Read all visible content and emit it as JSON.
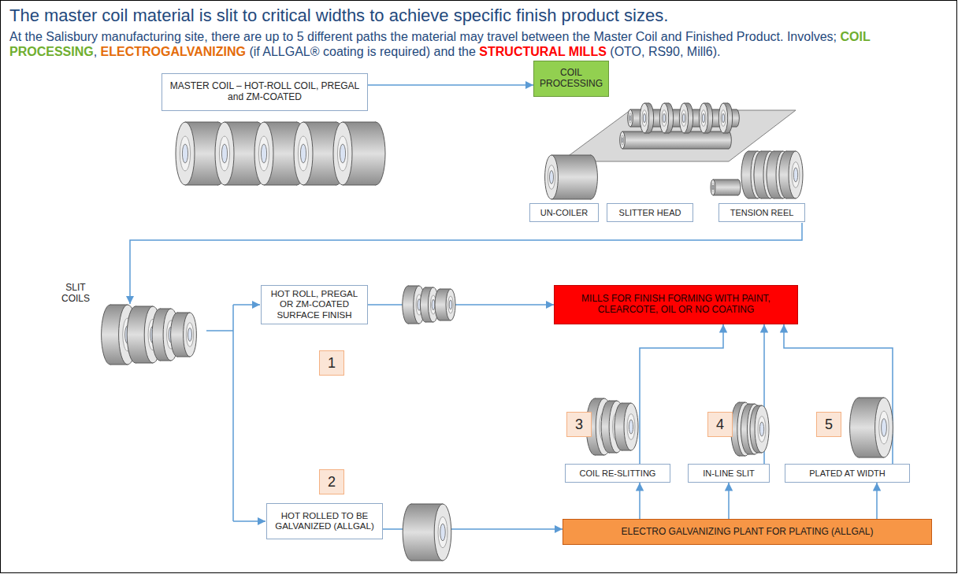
{
  "diagram": {
    "title": "The master coil material is slit to critical widths to achieve specific finish product sizes.",
    "nodes": [
      {
        "text": [
          "MASTER COIL – HOT-ROLL COIL, PREGAL and ZM-COATED"
        ]
      },
      {
        "text": [
          "COIL PROCESSING"
        ]
      },
      {
        "text": [
          "UN-COILER"
        ]
      },
      {
        "text": [
          "SLITTER HEAD"
        ]
      },
      {
        "text": [
          "TENSION REEL"
        ]
      },
      {
        "text": [
          "HOT ROLL, PREGAL OR ZM-COATED SURFACE FINISH"
        ]
      },
      {
        "text": [
          "MILLS FOR FINISH FORMING WITH PAINT, CLEARCOTE, OIL OR NO COATING"
        ]
      },
      {
        "text": [
          "1"
        ]
      },
      {
        "text": [
          "3"
        ]
      },
      {
        "text": [
          "4"
        ]
      },
      {
        "text": [
          "5"
        ]
      },
      {
        "text": [
          "COIL RE-SLITTING"
        ]
      },
      {
        "text": [
          "IN-LINE SLIT"
        ]
      },
      {
        "text": [
          "PLATED AT WIDTH"
        ]
      },
      {
        "text": [
          "2"
        ]
      },
      {
        "text": [
          "HOT ROLLED TO BE GALVANIZED (ALLGAL)"
        ]
      },
      {
        "text": [
          "ELECTRO GALVANIZING PLANT FOR PLATING (ALLGAL)"
        ]
      }
    ],
    "edges": [
      {
        "from": 0,
        "to": 1,
        "arrow": "to"
      },
      {
        "from": 5,
        "to": 6,
        "arrow": "to"
      },
      {
        "from": 15,
        "to": 16,
        "arrow": "to"
      },
      {
        "from": 16,
        "to": 11,
        "arrow": "to"
      },
      {
        "from": 16,
        "to": 12,
        "arrow": "to"
      },
      {
        "from": 16,
        "to": 13,
        "arrow": "to"
      },
      {
        "from": 11,
        "to": 6,
        "arrow": "to"
      },
      {
        "from": 12,
        "to": 6,
        "arrow": "to"
      },
      {
        "from": 13,
        "to": 6,
        "arrow": "to"
      }
    ],
    "labels": [
      "At the Salisbury manufacturing site, there are up to 5 different paths the material may travel between the Master Coil and Finished Product. Involves;",
      "COIL PROCESSING",
      ",",
      "ELECTROGALVANIZING",
      "(if ALLGAL® coating is required) and the",
      "STRUCTURAL MILLS",
      "(OTO, RS90, Mill6).",
      "SLIT COILS"
    ]
  }
}
